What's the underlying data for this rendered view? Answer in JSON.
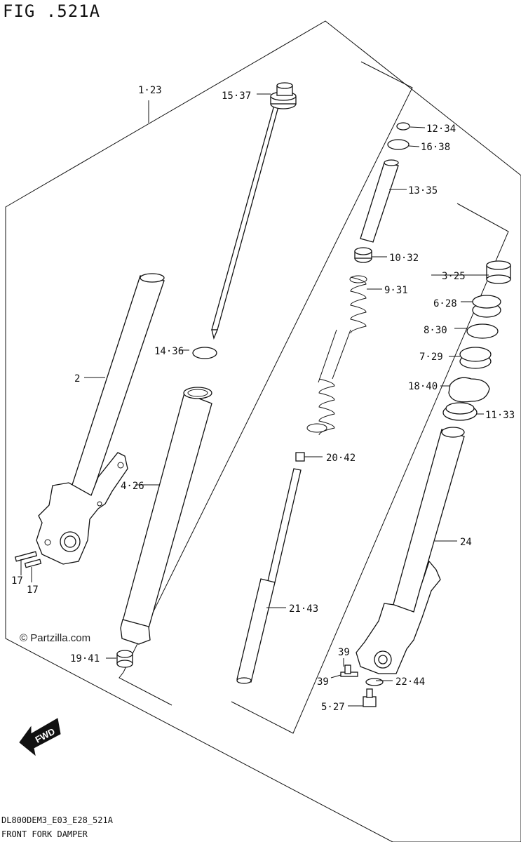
{
  "figure": {
    "title": "FIG .521A",
    "model_code": "DL800DEM3_E03_E28_521A",
    "caption": "FRONT FORK DAMPER",
    "watermark": "© Partzilla.com",
    "fwd_label": "FWD"
  },
  "callouts": {
    "c1": "1·23",
    "c2": "2",
    "c3": "3·25",
    "c4": "4·26",
    "c5": "5·27",
    "c6": "6·28",
    "c7": "7·29",
    "c8": "8·30",
    "c9": "9·31",
    "c10": "10·32",
    "c11": "11·33",
    "c12": "12·34",
    "c13": "13·35",
    "c14": "14·36",
    "c15": "15·37",
    "c16": "16·38",
    "c17a": "17",
    "c17b": "17",
    "c18": "18·40",
    "c19": "19·41",
    "c20": "20·42",
    "c21": "21·43",
    "c22": "22·44",
    "c24": "24",
    "c39a": "39",
    "c39b": "39"
  }
}
